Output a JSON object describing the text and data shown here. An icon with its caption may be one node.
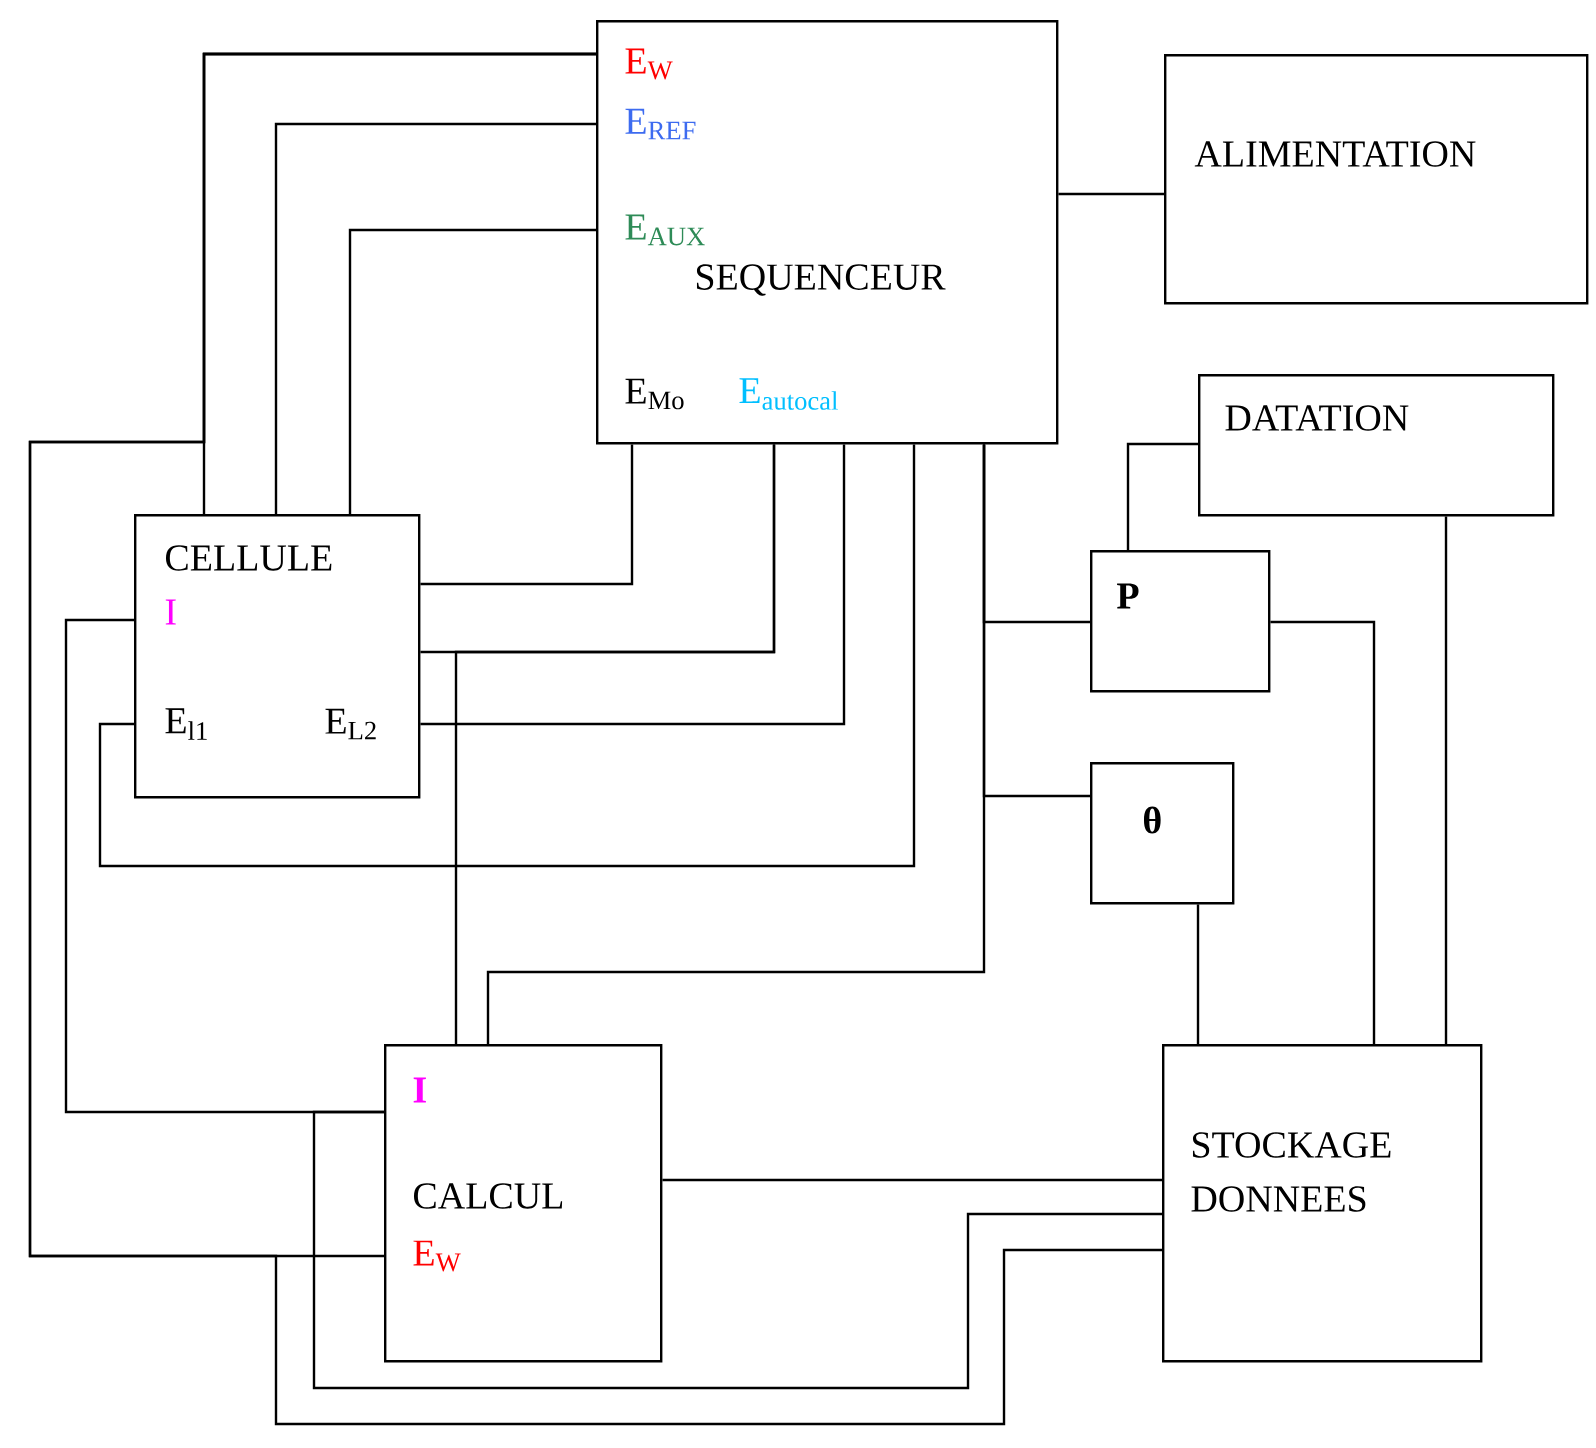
{
  "diagram": {
    "nodes": [
      {
        "text": [
          "E$_{W}$",
          "E$_{REF}$",
          "E$_{AUX}$",
          "SEQUENCEUR",
          "E$_{Mo}$",
          "E$_{autocal}$"
        ]
      },
      {
        "text": [
          "ALIMENTATION"
        ]
      },
      {
        "text": [
          "DATATION"
        ]
      },
      {
        "text": [
          "CELLULE",
          "I",
          "E$_{l1}$",
          "E$_{L2}$"
        ]
      },
      {
        "text": [
          "P"
        ]
      },
      {
        "text": [
          "θ"
        ]
      },
      {
        "text": [
          "I",
          "CALCUL",
          "E$_{W}$"
        ]
      },
      {
        "text": [
          "STOCKAGE DONNEES"
        ]
      }
    ],
    "edges": [
      {
        "from": 0,
        "to": 3,
        "arrow": "none"
      },
      {
        "from": 0,
        "to": 6,
        "arrow": "none"
      },
      {
        "from": 0,
        "to": 7,
        "arrow": "none"
      },
      {
        "from": 0,
        "to": 3,
        "arrow": "none"
      },
      {
        "from": 0,
        "to": 3,
        "arrow": "none"
      },
      {
        "from": 0,
        "to": 1,
        "arrow": "none"
      },
      {
        "from": 0,
        "to": 3,
        "arrow": "none"
      },
      {
        "from": 0,
        "to": 3,
        "arrow": "none"
      },
      {
        "from": 0,
        "to": 6,
        "arrow": "none"
      },
      {
        "from": 0,
        "to": 3,
        "arrow": "none"
      },
      {
        "from": 0,
        "to": 3,
        "arrow": "none"
      },
      {
        "from": 0,
        "to": 4,
        "arrow": "none"
      },
      {
        "from": 0,
        "to": 5,
        "arrow": "none"
      },
      {
        "from": 0,
        "to": 6,
        "arrow": "none"
      },
      {
        "from": 3,
        "to": 6,
        "arrow": "none"
      },
      {
        "from": 6,
        "to": 7,
        "arrow": "none"
      },
      {
        "from": 6,
        "to": 7,
        "arrow": "none"
      },
      {
        "from": 2,
        "to": 4,
        "arrow": "none"
      },
      {
        "from": 2,
        "to": 7,
        "arrow": "none"
      },
      {
        "from": 4,
        "to": 7,
        "arrow": "none"
      },
      {
        "from": 5,
        "to": 7,
        "arrow": "none"
      }
    ]
  }
}
